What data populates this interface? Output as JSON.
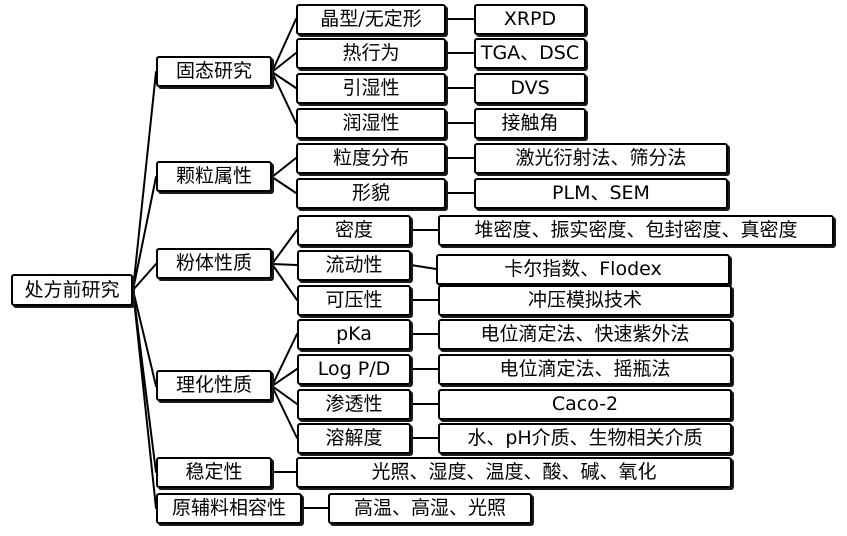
{
  "root": {
    "label": "处方前研究"
  },
  "categories": [
    {
      "id": "c1",
      "label": "固态研究"
    },
    {
      "id": "c2",
      "label": "颗粒属性"
    },
    {
      "id": "c3",
      "label": "粉体性质"
    },
    {
      "id": "c4",
      "label": "理化性质"
    },
    {
      "id": "c5",
      "label": "稳定性"
    },
    {
      "id": "c6",
      "label": "原辅料相容性"
    }
  ],
  "properties": [
    {
      "id": "p1",
      "label": "晶型/无定形"
    },
    {
      "id": "p2",
      "label": "热行为"
    },
    {
      "id": "p3",
      "label": "引湿性"
    },
    {
      "id": "p4",
      "label": "润湿性"
    },
    {
      "id": "p5",
      "label": "粒度分布"
    },
    {
      "id": "p6",
      "label": "形貌"
    },
    {
      "id": "p7",
      "label": "密度"
    },
    {
      "id": "p8",
      "label": "流动性"
    },
    {
      "id": "p9",
      "label": "可压性"
    },
    {
      "id": "p10",
      "label": "pKa"
    },
    {
      "id": "p11",
      "label": "Log P/D"
    },
    {
      "id": "p12",
      "label": "渗透性"
    },
    {
      "id": "p13",
      "label": "溶解度"
    }
  ],
  "methods": [
    {
      "id": "m1",
      "label": "XRPD"
    },
    {
      "id": "m2",
      "label": "TGA、DSC"
    },
    {
      "id": "m3",
      "label": "DVS"
    },
    {
      "id": "m4",
      "label": "接触角"
    },
    {
      "id": "m5",
      "label": "激光衍射法、筛分法"
    },
    {
      "id": "m6",
      "label": "PLM、SEM"
    },
    {
      "id": "m7",
      "label": "堆密度、振实密度、包封密度、真密度"
    },
    {
      "id": "m8",
      "label": "卡尔指数、Flodex"
    },
    {
      "id": "m9",
      "label": "冲压模拟技术"
    },
    {
      "id": "m10",
      "label": "电位滴定法、快速紫外法"
    },
    {
      "id": "m11",
      "label": "电位滴定法、摇瓶法"
    },
    {
      "id": "m12",
      "label": "Caco-2"
    },
    {
      "id": "m13",
      "label": "水、pH介质、生物相关介质"
    },
    {
      "id": "m14",
      "label": "光照、湿度、温度、酸、碱、氧化"
    },
    {
      "id": "m15",
      "label": "高温、高湿、光照"
    }
  ]
}
